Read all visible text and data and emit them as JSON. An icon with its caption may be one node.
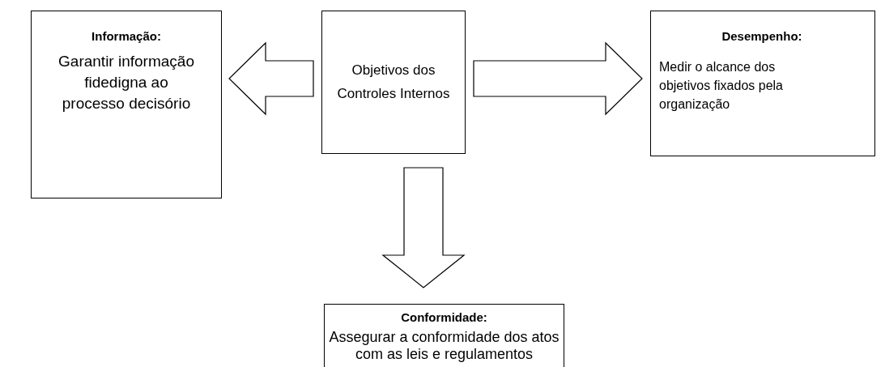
{
  "diagram": {
    "nodes": [
      {
        "text": [
          "Objetivos dos Controles Internos"
        ]
      },
      {
        "text": [
          "Informação:",
          "Garantir informação fidedigna ao processo decisório"
        ]
      },
      {
        "text": [
          "Desempenho:",
          "Medir o alcance dos objetivos fixados pela organização"
        ]
      },
      {
        "text": [
          "Conformidade:",
          "Assegurar a conformidade dos atos com as leis e regulamentos"
        ]
      }
    ],
    "edges": [
      {
        "from": 0,
        "to": 1,
        "arrow": "to"
      },
      {
        "from": 0,
        "to": 2,
        "arrow": "to"
      },
      {
        "from": 0,
        "to": 3,
        "arrow": "to"
      }
    ]
  }
}
